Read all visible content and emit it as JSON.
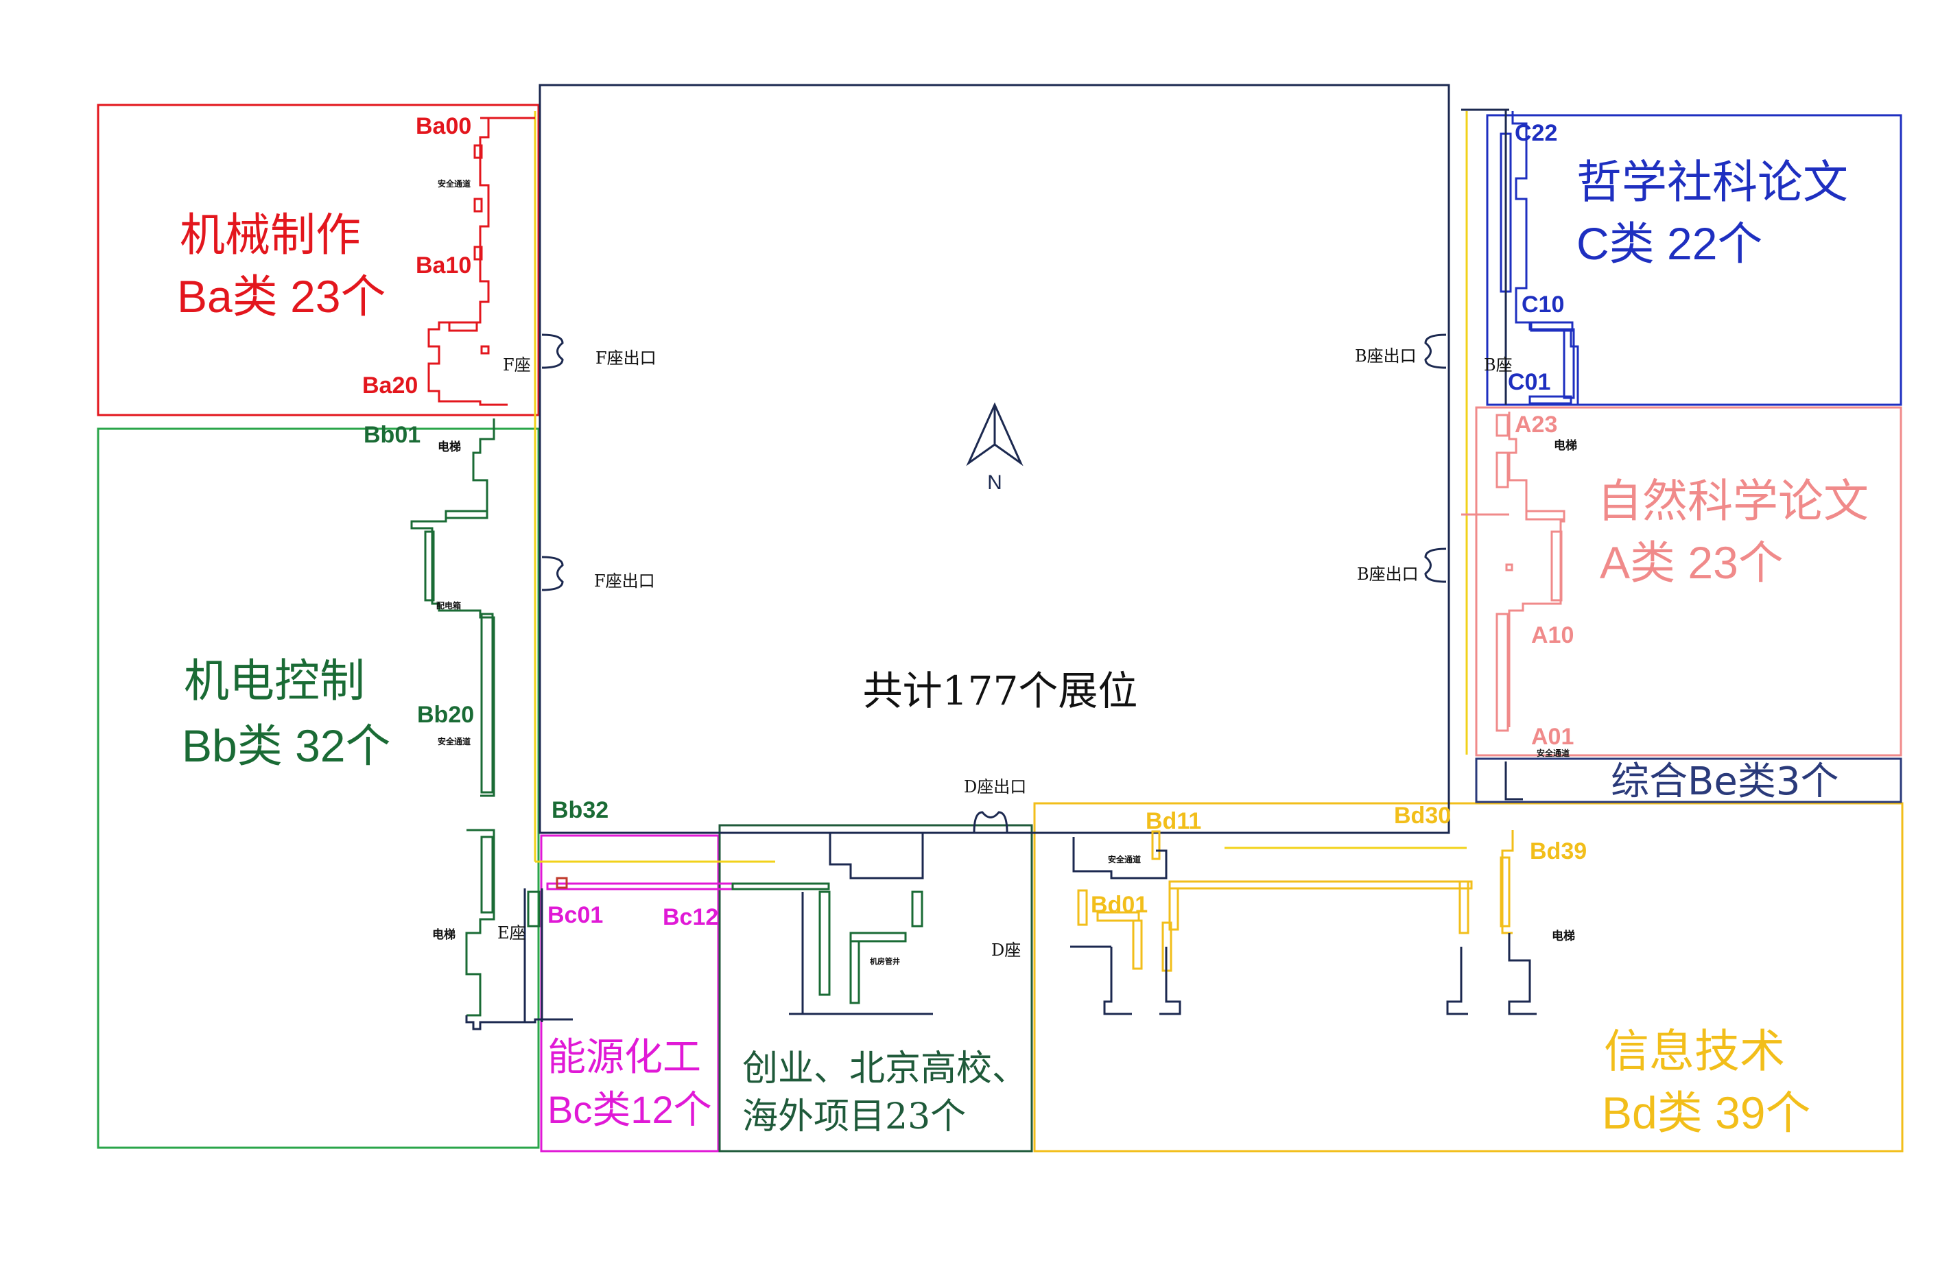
{
  "colors": {
    "ba": "#e3161d",
    "bb": "#1a6b35",
    "bb_box": "#2aa54a",
    "bc": "#e019d6",
    "startup": "#1f5a3a",
    "bd": "#f2be1a",
    "c": "#1e2fc0",
    "a": "#f08a8a",
    "be": "#2a3a7a",
    "hall": "#1c2950"
  },
  "hall": {
    "total": "共计177个展位",
    "north": "N"
  },
  "exits": {
    "f_top": "F座出口",
    "f_mid": "F座出口",
    "b_top": "B座出口",
    "b_mid": "B座出口",
    "d": "D座出口"
  },
  "buildings": {
    "f": "F座",
    "b": "B座",
    "e": "E座",
    "d": "D座"
  },
  "facilities": {
    "safety_passage": "安全通道",
    "elevator": "电梯",
    "elevator2": "配电箱",
    "machine_room": "机房管井"
  },
  "zones": {
    "ba": {
      "name": "机械制作",
      "count": "Ba类 23个",
      "codes": [
        "Ba00",
        "Ba10",
        "Ba20"
      ]
    },
    "bb": {
      "name": "机电控制",
      "count": "Bb类 32个",
      "codes": [
        "Bb01",
        "Bb20",
        "Bb32"
      ]
    },
    "bc": {
      "name": "能源化工",
      "count": "Bc类12个",
      "codes": [
        "Bc01",
        "Bc12"
      ]
    },
    "startup": {
      "line1": "创业、北京高校、",
      "line2": "海外项目23个"
    },
    "bd": {
      "name": "信息技术",
      "count": "Bd类 39个",
      "codes": [
        "Bd01",
        "Bd11",
        "Bd30",
        "Bd39"
      ]
    },
    "c": {
      "name": "哲学社科论文",
      "count": "C类 22个",
      "codes": [
        "C22",
        "C10",
        "C01"
      ]
    },
    "a": {
      "name": "自然科学论文",
      "count": "A类 23个",
      "codes": [
        "A23",
        "A10",
        "A01"
      ]
    },
    "be": {
      "name": "综合Be类3个"
    }
  }
}
